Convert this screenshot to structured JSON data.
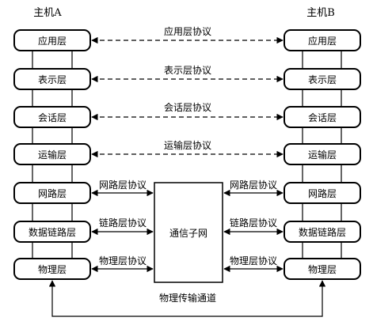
{
  "hosts": {
    "left": "主机A",
    "right": "主机B"
  },
  "layers": [
    {
      "name": "应用层",
      "protocol": "应用层协议"
    },
    {
      "name": "表示层",
      "protocol": "表示层协议"
    },
    {
      "name": "会话层",
      "protocol": "会话层协议"
    },
    {
      "name": "运输层",
      "protocol": "运输层协议"
    },
    {
      "name": "网路层",
      "protocol": "网路层协议"
    },
    {
      "name": "数据链路层",
      "protocol": "链路层协议"
    },
    {
      "name": "物理层",
      "protocol": "物理层协议"
    }
  ],
  "subnet": {
    "label": "通信子网"
  },
  "transmission": {
    "label": "物理传输通道"
  }
}
